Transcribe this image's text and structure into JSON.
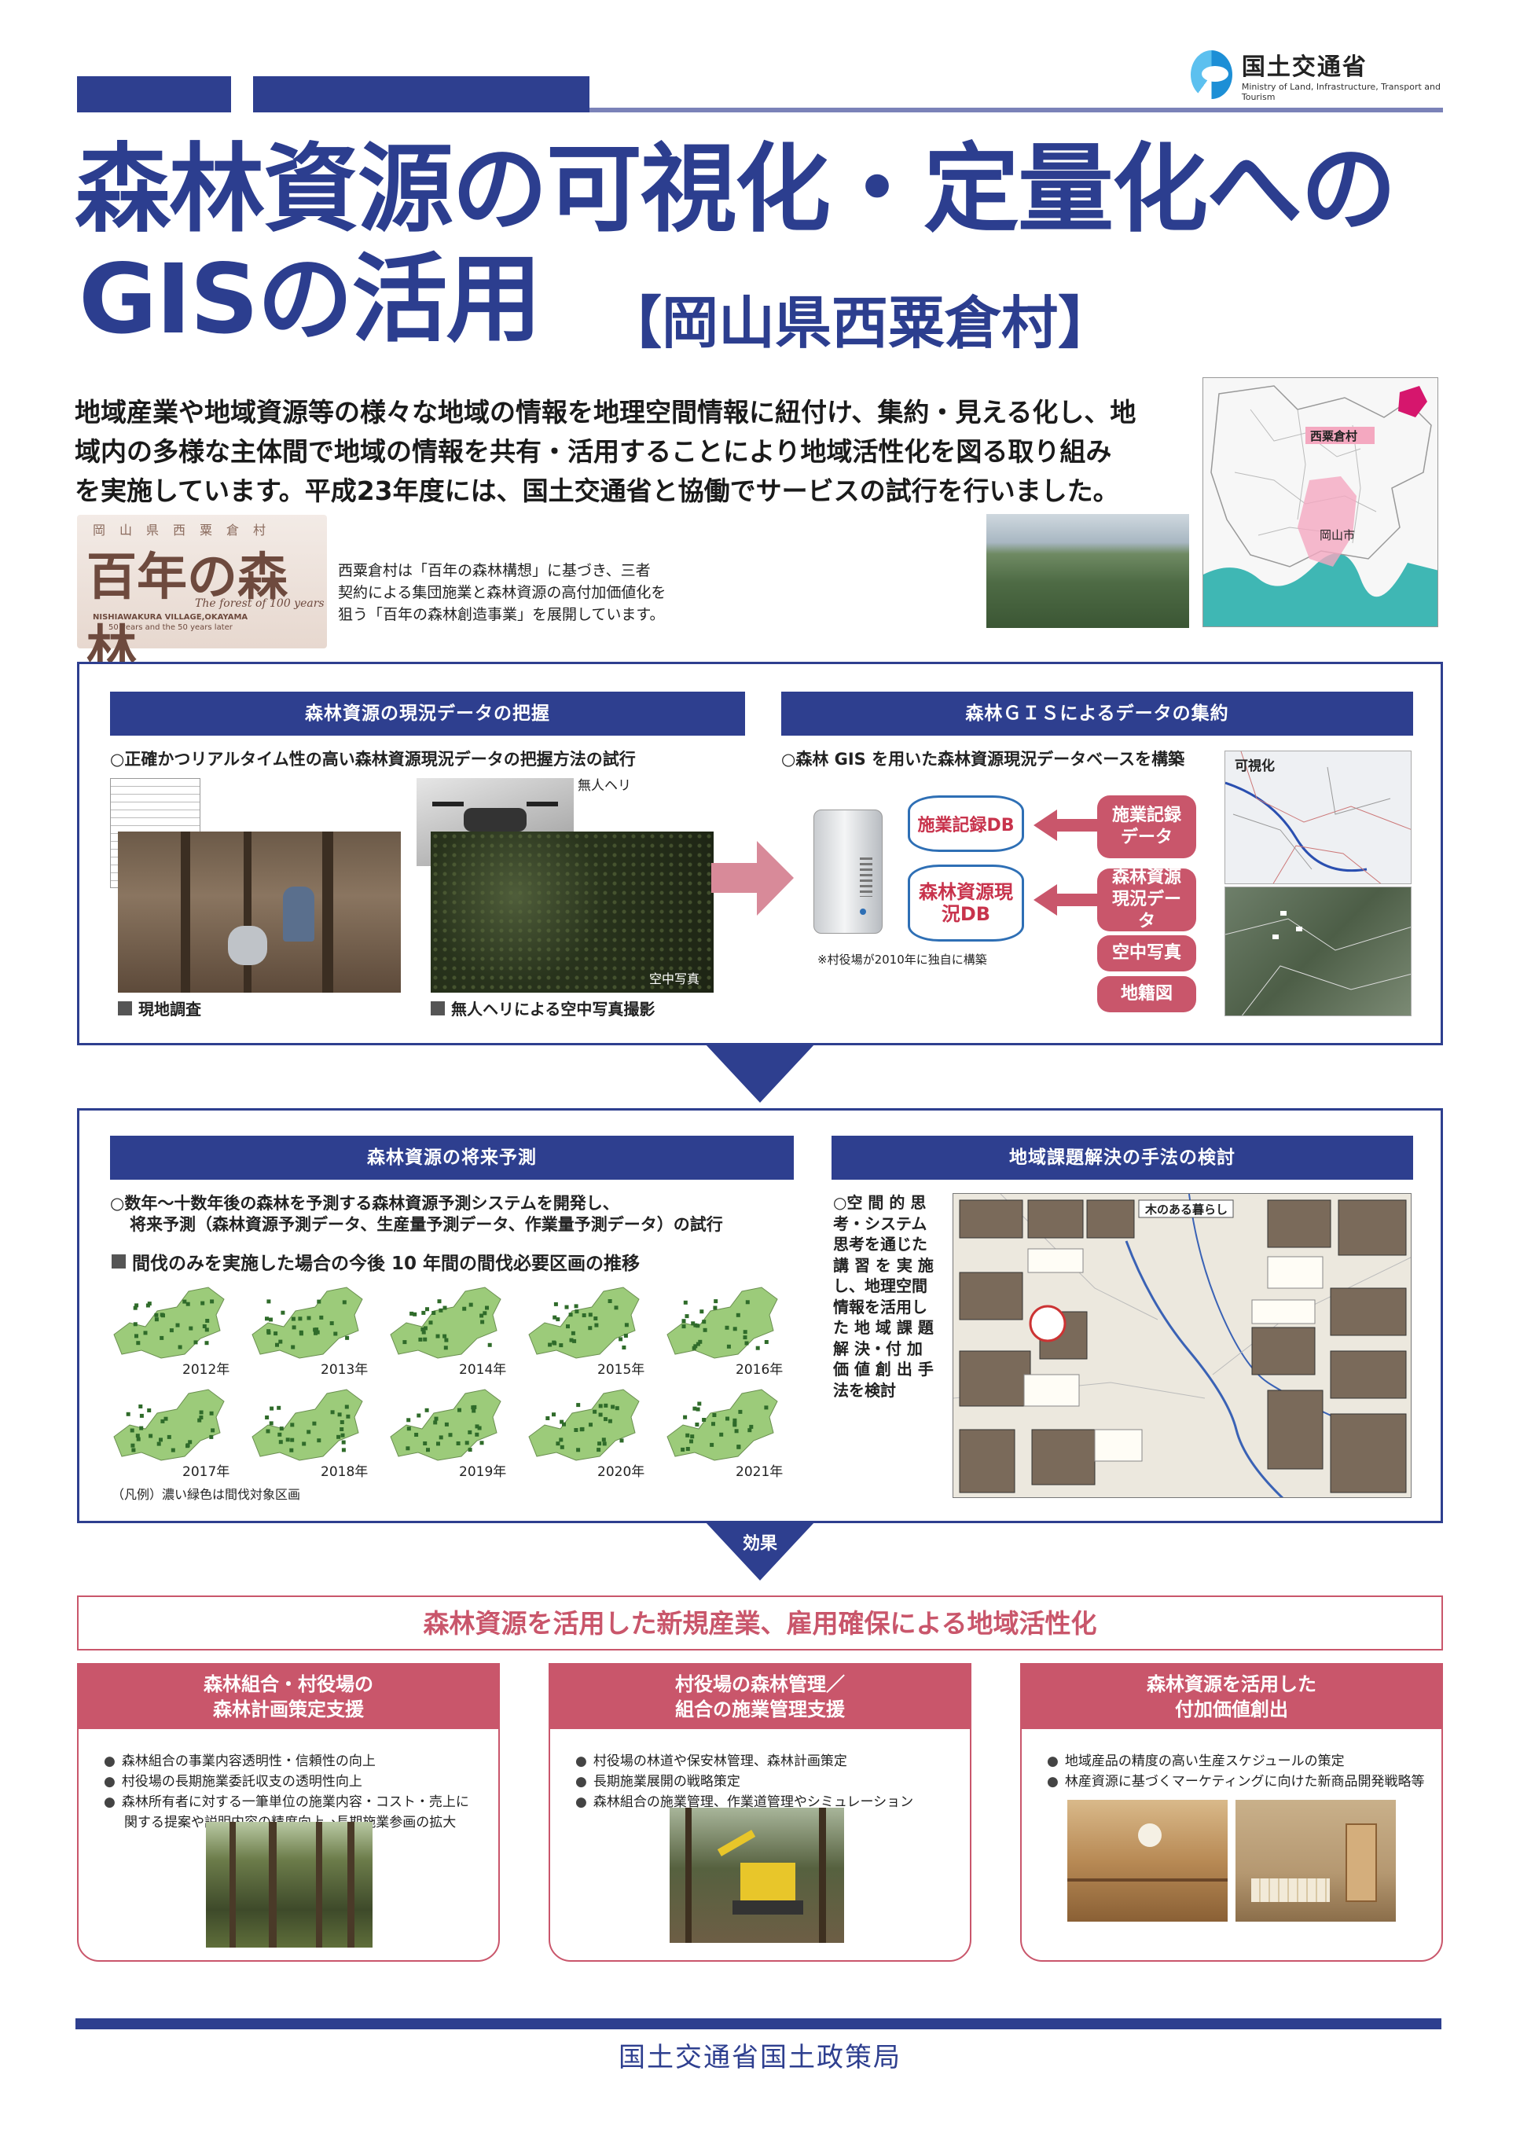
{
  "header": {
    "logo": {
      "ja": "国土交通省",
      "en": "Ministry of Land, Infrastructure, Transport and Tourism"
    },
    "title_line1": "森林資源の可視化・定量化への",
    "title_line2": "GISの活用",
    "title_location": "【岡山県西粟倉村】",
    "colors": {
      "navy": "#2e3f8f",
      "pink": "#c9566b"
    }
  },
  "intro": {
    "lines": [
      "地域産業や地域資源等の様々な地域の情報を地理空間情報に紐付け、集約・見える化し、地",
      "域内の多様な主体間で地域の情報を共有・活用することにより地域活性化を図る取り組み",
      "を実施しています。平成23年度には、国土交通省と協働でサービスの試行を行いました。"
    ]
  },
  "village_logo": {
    "small": "岡山県西粟倉村",
    "big": "百年の森林",
    "en1": "The forest of 100 years",
    "en2": "NISHIAWAKURA VILLAGE,OKAYAMA",
    "en3": "50 years and the 50 years later"
  },
  "village_desc": [
    "西粟倉村は「百年の森林構想」に基づき、三者",
    "契約による集団施業と森林資源の高付加価値化を",
    "狙う「百年の森林創造事業」を展開しています。"
  ],
  "map": {
    "label_village": "西粟倉村",
    "label_city": "岡山市"
  },
  "panel1": {
    "left_head": "森林資源の現況データの把握",
    "left_bullet": "○正確かつリアルタイム性の高い森林資源現況データの把握方法の試行",
    "drone_label": "無人ヘリ",
    "aerial_label": "空中写真",
    "cap_survey": "現地調査",
    "cap_drone": "無人ヘリによる空中写真撮影",
    "right_head": "森林ＧＩＳによるデータの集約",
    "right_bullet": "○森林 GIS を用いた森林資源現況データベースを構築",
    "db1": "施業記録DB",
    "db2": "森林資源現況DB",
    "note": "※村役場が2010年に独自に構築",
    "inputs": [
      "施業記録データ",
      "森林資源現況データ",
      "空中写真",
      "地籍図"
    ],
    "visual_label": "可視化"
  },
  "panel2": {
    "left_head": "森林資源の将来予測",
    "bullet_l1": "○数年～十数年後の森林を予測する森林資源予測システムを開発し、",
    "bullet_l2": "将来予測（森林資源予測データ、生産量予測データ、作業量予測データ）の試行",
    "sub": "間伐のみを実施した場合の今後 10 年間の間伐必要区画の推移",
    "years": [
      "2012年",
      "2013年",
      "2014年",
      "2015年",
      "2016年",
      "2017年",
      "2018年",
      "2019年",
      "2020年",
      "2021年"
    ],
    "legend": "（凡例）濃い緑色は間伐対象区画",
    "right_head": "地域課題解決の手法の検討",
    "right_text": [
      "○空 間 的 思",
      "考・システム",
      "思考を通じた",
      "講 習 を 実 施",
      "し、地理空間",
      "情報を活用し",
      "た 地 域 課 題",
      "解 決・付 加",
      "価 値 創 出 手",
      "法を検討"
    ],
    "map_title": "木のある暮らし"
  },
  "effect_label": "効果",
  "result": "森林資源を活用した新規産業、雇用確保による地域活性化",
  "cards": [
    {
      "head1": "森林組合・村役場の",
      "head2": "森林計画策定支援",
      "items": [
        "森林組合の事業内容透明性・信頼性の向上",
        "村役場の長期施業委託収支の透明性向上",
        "森林所有者に対する一筆単位の施業内容・コスト・売上に"
      ],
      "cont": "関する提案や説明内容の精度向上→長期施業参画の拡大"
    },
    {
      "head1": "村役場の森林管理／",
      "head2": "組合の施業管理支援",
      "items": [
        "村役場の林道や保安林管理、森林計画策定",
        "長期施業展開の戦略策定",
        "森林組合の施業管理、作業道管理やシミュレーション"
      ],
      "cont": ""
    },
    {
      "head1": "森林資源を活用した",
      "head2": "付加価値創出",
      "items": [
        "地域産品の精度の高い生産スケジュールの策定",
        "林産資源に基づくマーケティングに向けた新商品開発戦略等"
      ],
      "cont": ""
    }
  ],
  "footer": "国土交通省国土政策局"
}
